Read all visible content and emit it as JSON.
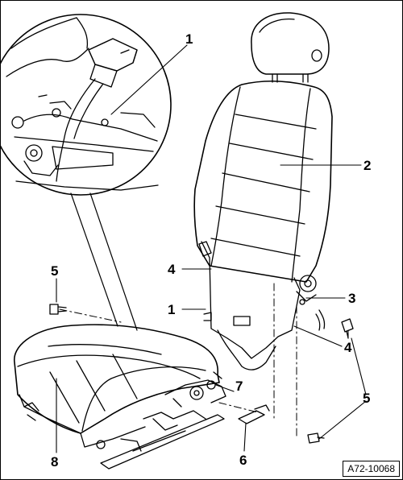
{
  "figure_id": "A72-10068",
  "callouts": {
    "c1_top": "1",
    "c2": "2",
    "c3": "3",
    "c4_upper": "4",
    "c1_lower": "1",
    "c4_lower": "4",
    "c5_left": "5",
    "c5_right": "5",
    "c6": "6",
    "c7": "7",
    "c8": "8"
  },
  "colors": {
    "line": "#000000",
    "background": "#ffffff"
  }
}
